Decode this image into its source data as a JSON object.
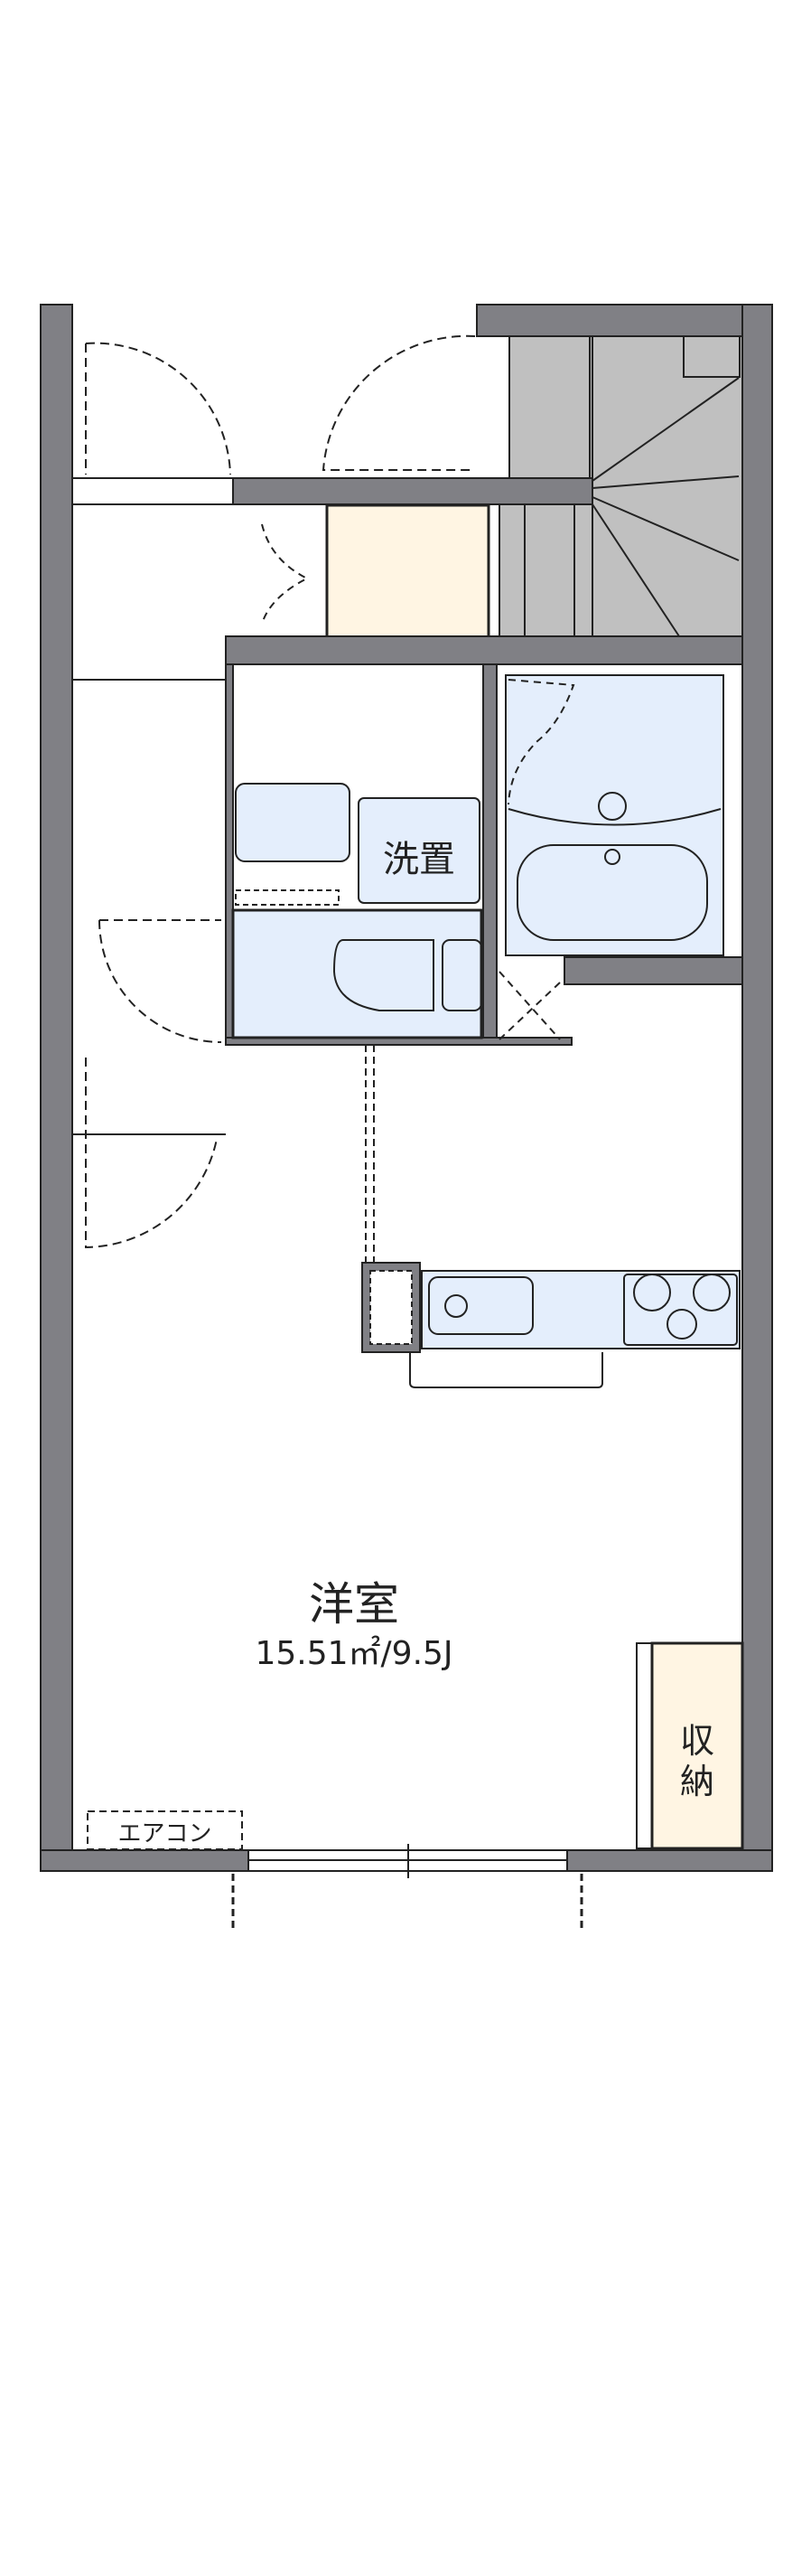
{
  "floorplan": {
    "room_main": {
      "name": "洋室",
      "area": "15.51㎡/9.5J"
    },
    "washer_label": "洗置",
    "storage_label_1": "収",
    "storage_label_2": "納",
    "aircon_label": "エアコン"
  },
  "colors": {
    "wall": "#808085",
    "fixture": "#e4eefc",
    "storage": "#fff5e3",
    "stairs": "#c0c0c0",
    "line": "#222222"
  }
}
